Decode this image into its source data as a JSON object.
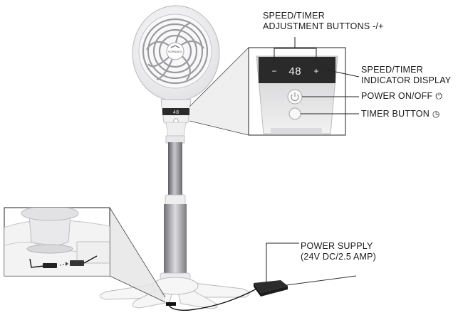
{
  "labels": {
    "speed_timer_adj": {
      "line1": "SPEED/TIMER",
      "line2": "ADJUSTMENT BUTTONS -/+"
    },
    "speed_timer_display": {
      "line1": "SPEED/TIMER",
      "line2": "INDICATOR DISPLAY"
    },
    "power": {
      "text": "POWER ON/OFF",
      "icon": "power-icon",
      "glyph": "⏻"
    },
    "timer": {
      "text": "TIMER BUTTON",
      "icon": "clock-icon",
      "glyph": "◷"
    },
    "power_supply": {
      "line1": "POWER SUPPLY",
      "line2": "(24V DC/2.5 AMP)"
    }
  },
  "display": {
    "minus": "−",
    "plus": "+",
    "readout": "48",
    "small_readout": "48"
  },
  "colors": {
    "line": "#222222",
    "body_white": "#f4f4f4",
    "panel_dark": "#2a2a2a",
    "pole": "#8f8f95",
    "callout_fill": "#e9e9e9"
  }
}
